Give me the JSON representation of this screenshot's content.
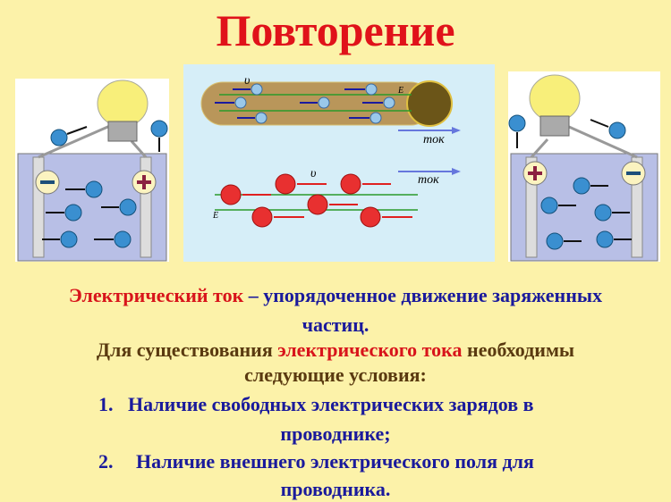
{
  "title": "Повторение",
  "diagram": {
    "label_v": "υ",
    "label_e": "E",
    "current_label_1": "ток",
    "current_label_2": "ток"
  },
  "definition": {
    "term": "Электрический ток",
    "dash": " – ",
    "text_1": "упорядоченное движение заряженных",
    "text_2": "частиц."
  },
  "conditions_intro": {
    "part_1": "Для существования ",
    "highlight": "электрического тока",
    "part_2": " необходимы",
    "line_2": "следующие условия:"
  },
  "conditions": [
    {
      "num": "1.",
      "line_1": "Наличие свободных электрических зарядов в",
      "line_2": "проводнике;"
    },
    {
      "num": "2.",
      "line_1": "Наличие внешнего электрического поля для",
      "line_2": "проводника."
    }
  ],
  "colors": {
    "background": "#fcf2a9",
    "title": "#e0121a",
    "term": "#d8141b",
    "body_blue": "#1a1a9c",
    "body_brown": "#5a3a10"
  }
}
